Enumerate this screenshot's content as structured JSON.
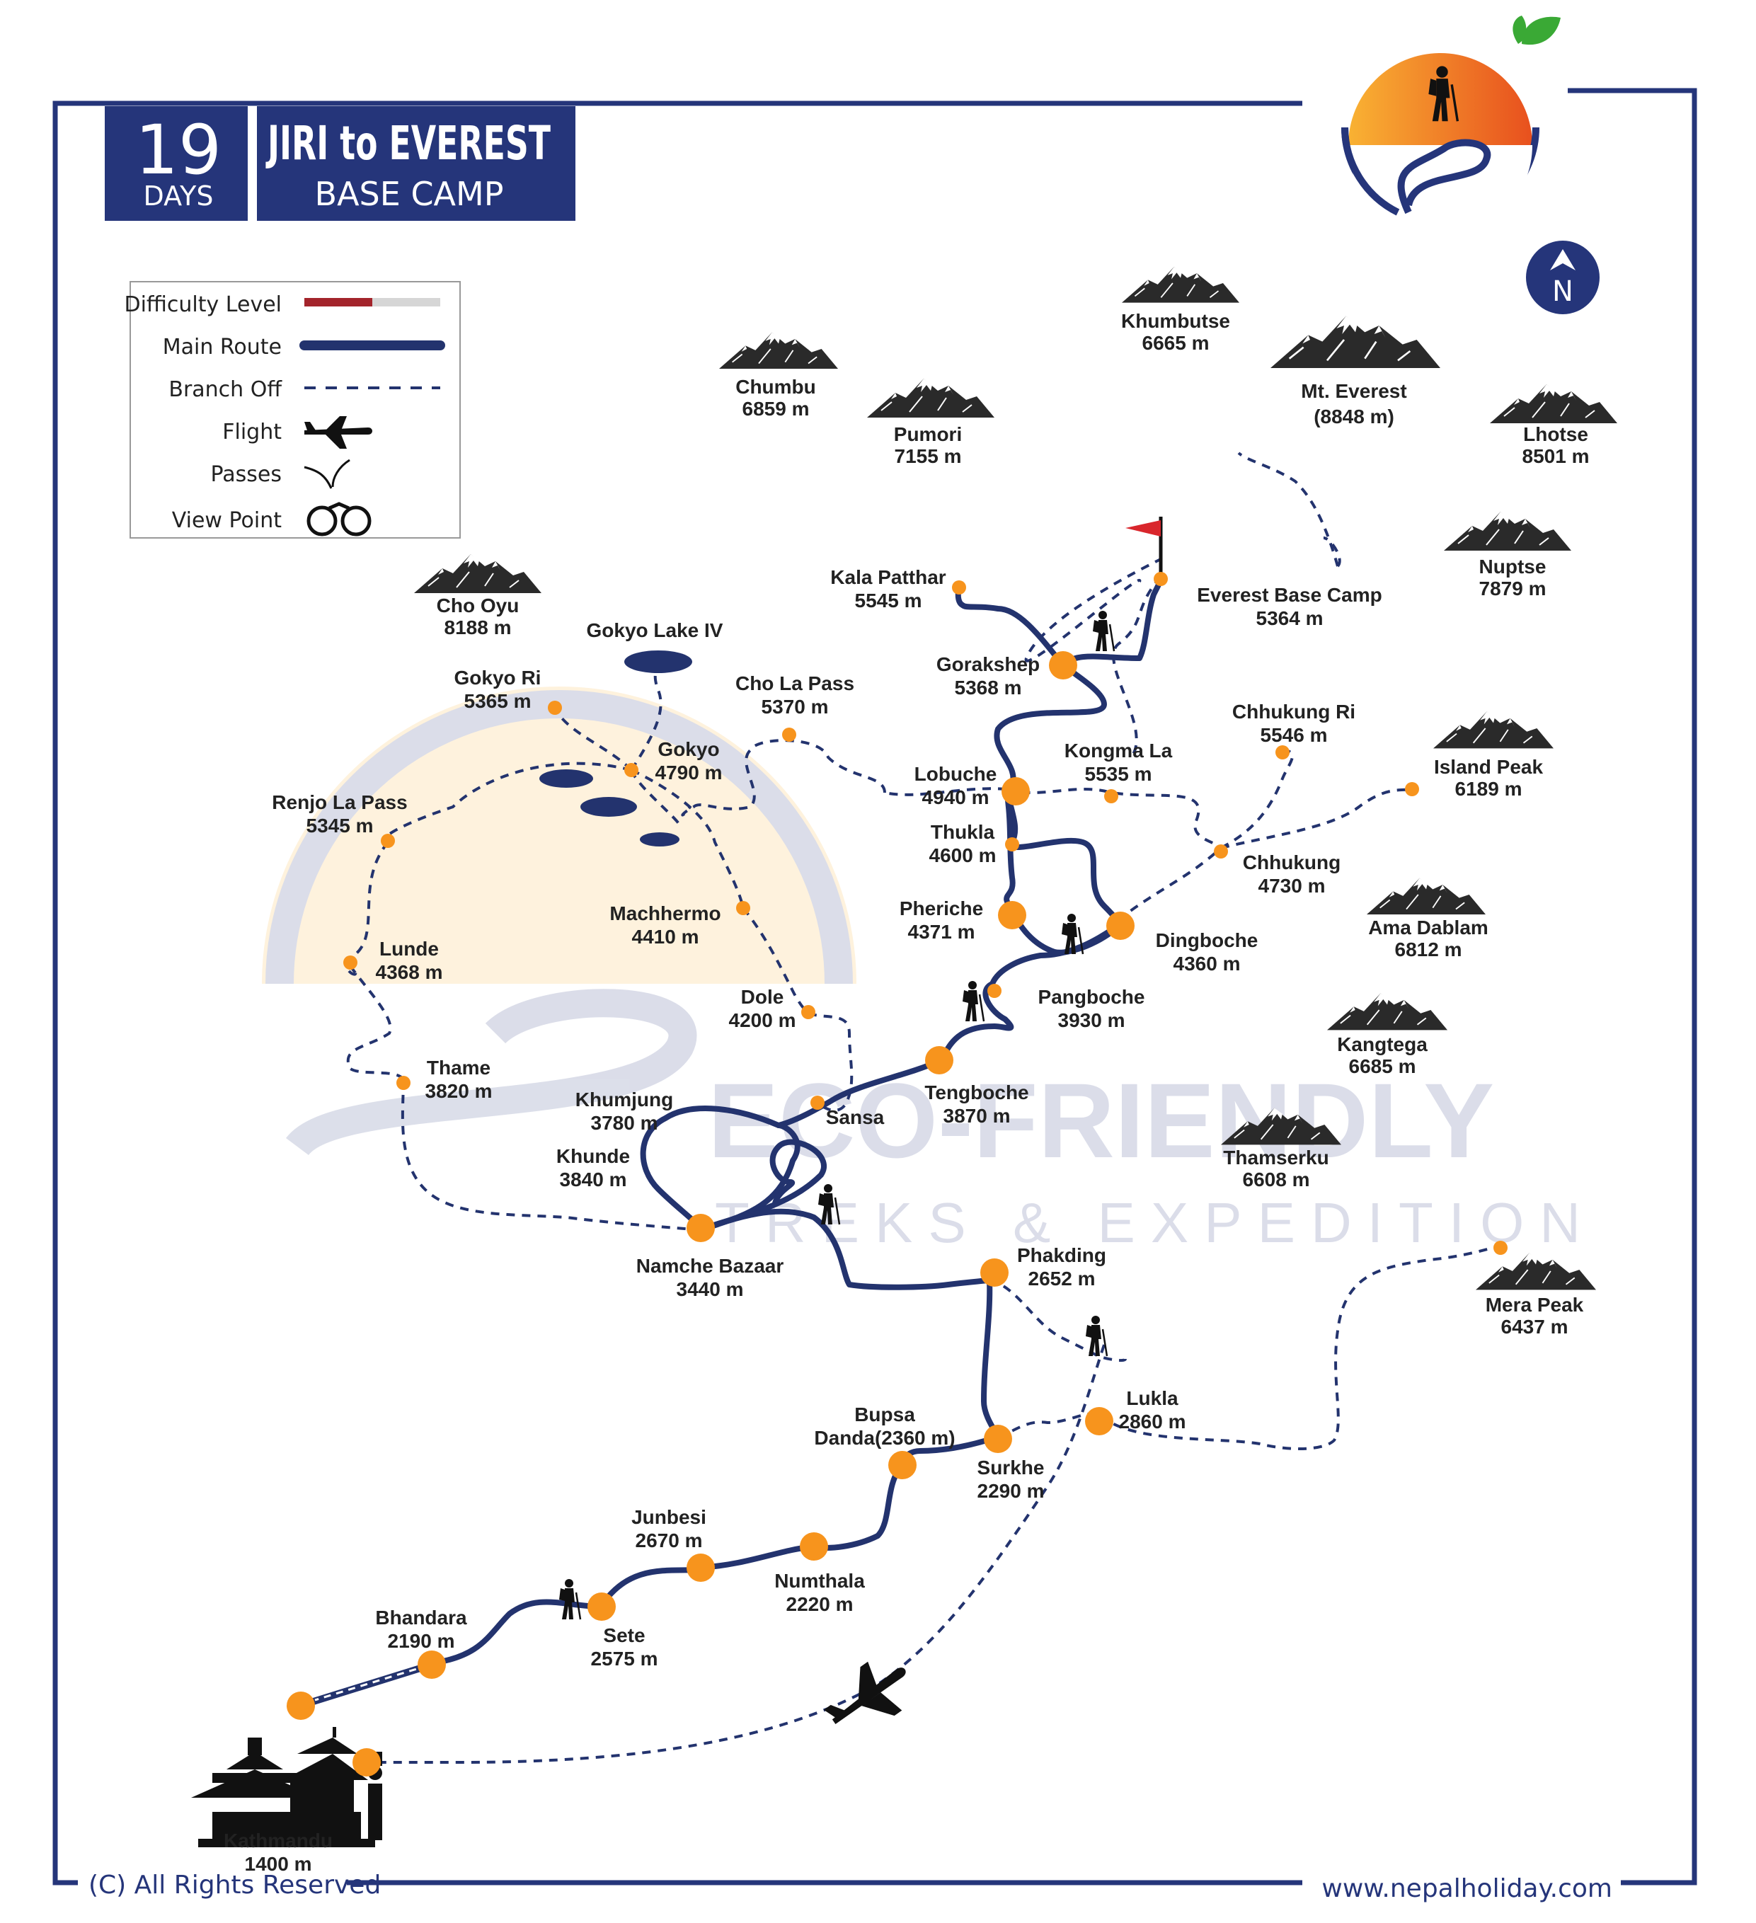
{
  "title": {
    "days_number": "19",
    "days_label": "DAYS",
    "line1": "JIRI to EVEREST",
    "line2": "BASE CAMP"
  },
  "legend": {
    "difficulty": "Difficulty Level",
    "main_route": "Main Route",
    "branch_off": "Branch Off",
    "flight": "Flight",
    "passes": "Passes",
    "view_point": "View Point"
  },
  "compass": "N",
  "watermark": {
    "line1": "ECO-FRIENDLY",
    "line2": "TREKS & EXPEDITION"
  },
  "peaks": [
    {
      "name": "Khumbutse",
      "alt": "6665 m"
    },
    {
      "name": "Mt. Everest",
      "alt": "(8848 m)"
    },
    {
      "name": "Chumbu",
      "alt": "6859 m"
    },
    {
      "name": "Pumori",
      "alt": "7155 m"
    },
    {
      "name": "Lhotse",
      "alt": "8501 m"
    },
    {
      "name": "Nuptse",
      "alt": "7879 m"
    },
    {
      "name": "Cho Oyu",
      "alt": "8188 m"
    },
    {
      "name": "Island Peak",
      "alt": "6189 m"
    },
    {
      "name": "Ama Dablam",
      "alt": "6812 m"
    },
    {
      "name": "Kangtega",
      "alt": "6685 m"
    },
    {
      "name": "Thamserku",
      "alt": "6608 m"
    },
    {
      "name": "Mera Peak",
      "alt": "6437 m"
    }
  ],
  "places": [
    {
      "name": "Kala Patthar",
      "alt": "5545 m"
    },
    {
      "name": "Everest Base Camp",
      "alt": "5364 m"
    },
    {
      "name": "Gorakshep",
      "alt": "5368 m"
    },
    {
      "name": "Gokyo Lake IV",
      "alt": ""
    },
    {
      "name": "Gokyo Ri",
      "alt": "5365 m"
    },
    {
      "name": "Cho La Pass",
      "alt": "5370 m"
    },
    {
      "name": "Gokyo",
      "alt": "4790 m"
    },
    {
      "name": "Chhukung Ri",
      "alt": "5546 m"
    },
    {
      "name": "Kongma La",
      "alt": "5535 m"
    },
    {
      "name": "Lobuche",
      "alt": "4940 m"
    },
    {
      "name": "Renjo La Pass",
      "alt": "5345 m"
    },
    {
      "name": "Thukla",
      "alt": "4600 m"
    },
    {
      "name": "Chhukung",
      "alt": "4730 m"
    },
    {
      "name": "Machhermo",
      "alt": "4410 m"
    },
    {
      "name": "Pheriche",
      "alt": "4371 m"
    },
    {
      "name": "Dingboche",
      "alt": "4360 m"
    },
    {
      "name": "Lunde",
      "alt": "4368 m"
    },
    {
      "name": "Dole",
      "alt": "4200 m"
    },
    {
      "name": "Pangboche",
      "alt": "3930 m"
    },
    {
      "name": "Thame",
      "alt": "3820 m"
    },
    {
      "name": "Tengboche",
      "alt": "3870 m"
    },
    {
      "name": "Khumjung",
      "alt": "3780 m"
    },
    {
      "name": "Sansa",
      "alt": ""
    },
    {
      "name": "Khunde",
      "alt": "3840 m"
    },
    {
      "name": "Namche Bazaar",
      "alt": "3440 m"
    },
    {
      "name": "Phakding",
      "alt": "2652 m"
    },
    {
      "name": "Lukla",
      "alt": "2860 m"
    },
    {
      "name": "Bupsa",
      "alt": "Danda(2360 m)"
    },
    {
      "name": "Surkhe",
      "alt": "2290 m"
    },
    {
      "name": "Junbesi",
      "alt": "2670 m"
    },
    {
      "name": "Numthala",
      "alt": "2220 m"
    },
    {
      "name": "Bhandara",
      "alt": "2190 m"
    },
    {
      "name": "Sete",
      "alt": "2575 m"
    },
    {
      "name": "Kathmandu",
      "alt": "1400 m"
    }
  ],
  "footer": {
    "copyright": "(C) All Rights Reserved",
    "website": "www.nepalholiday.com"
  },
  "colors": {
    "navy": "#25357a",
    "route": "#23336e",
    "orange": "#f7941d",
    "difficulty": "#a3242b",
    "flag": "#d9262c"
  }
}
